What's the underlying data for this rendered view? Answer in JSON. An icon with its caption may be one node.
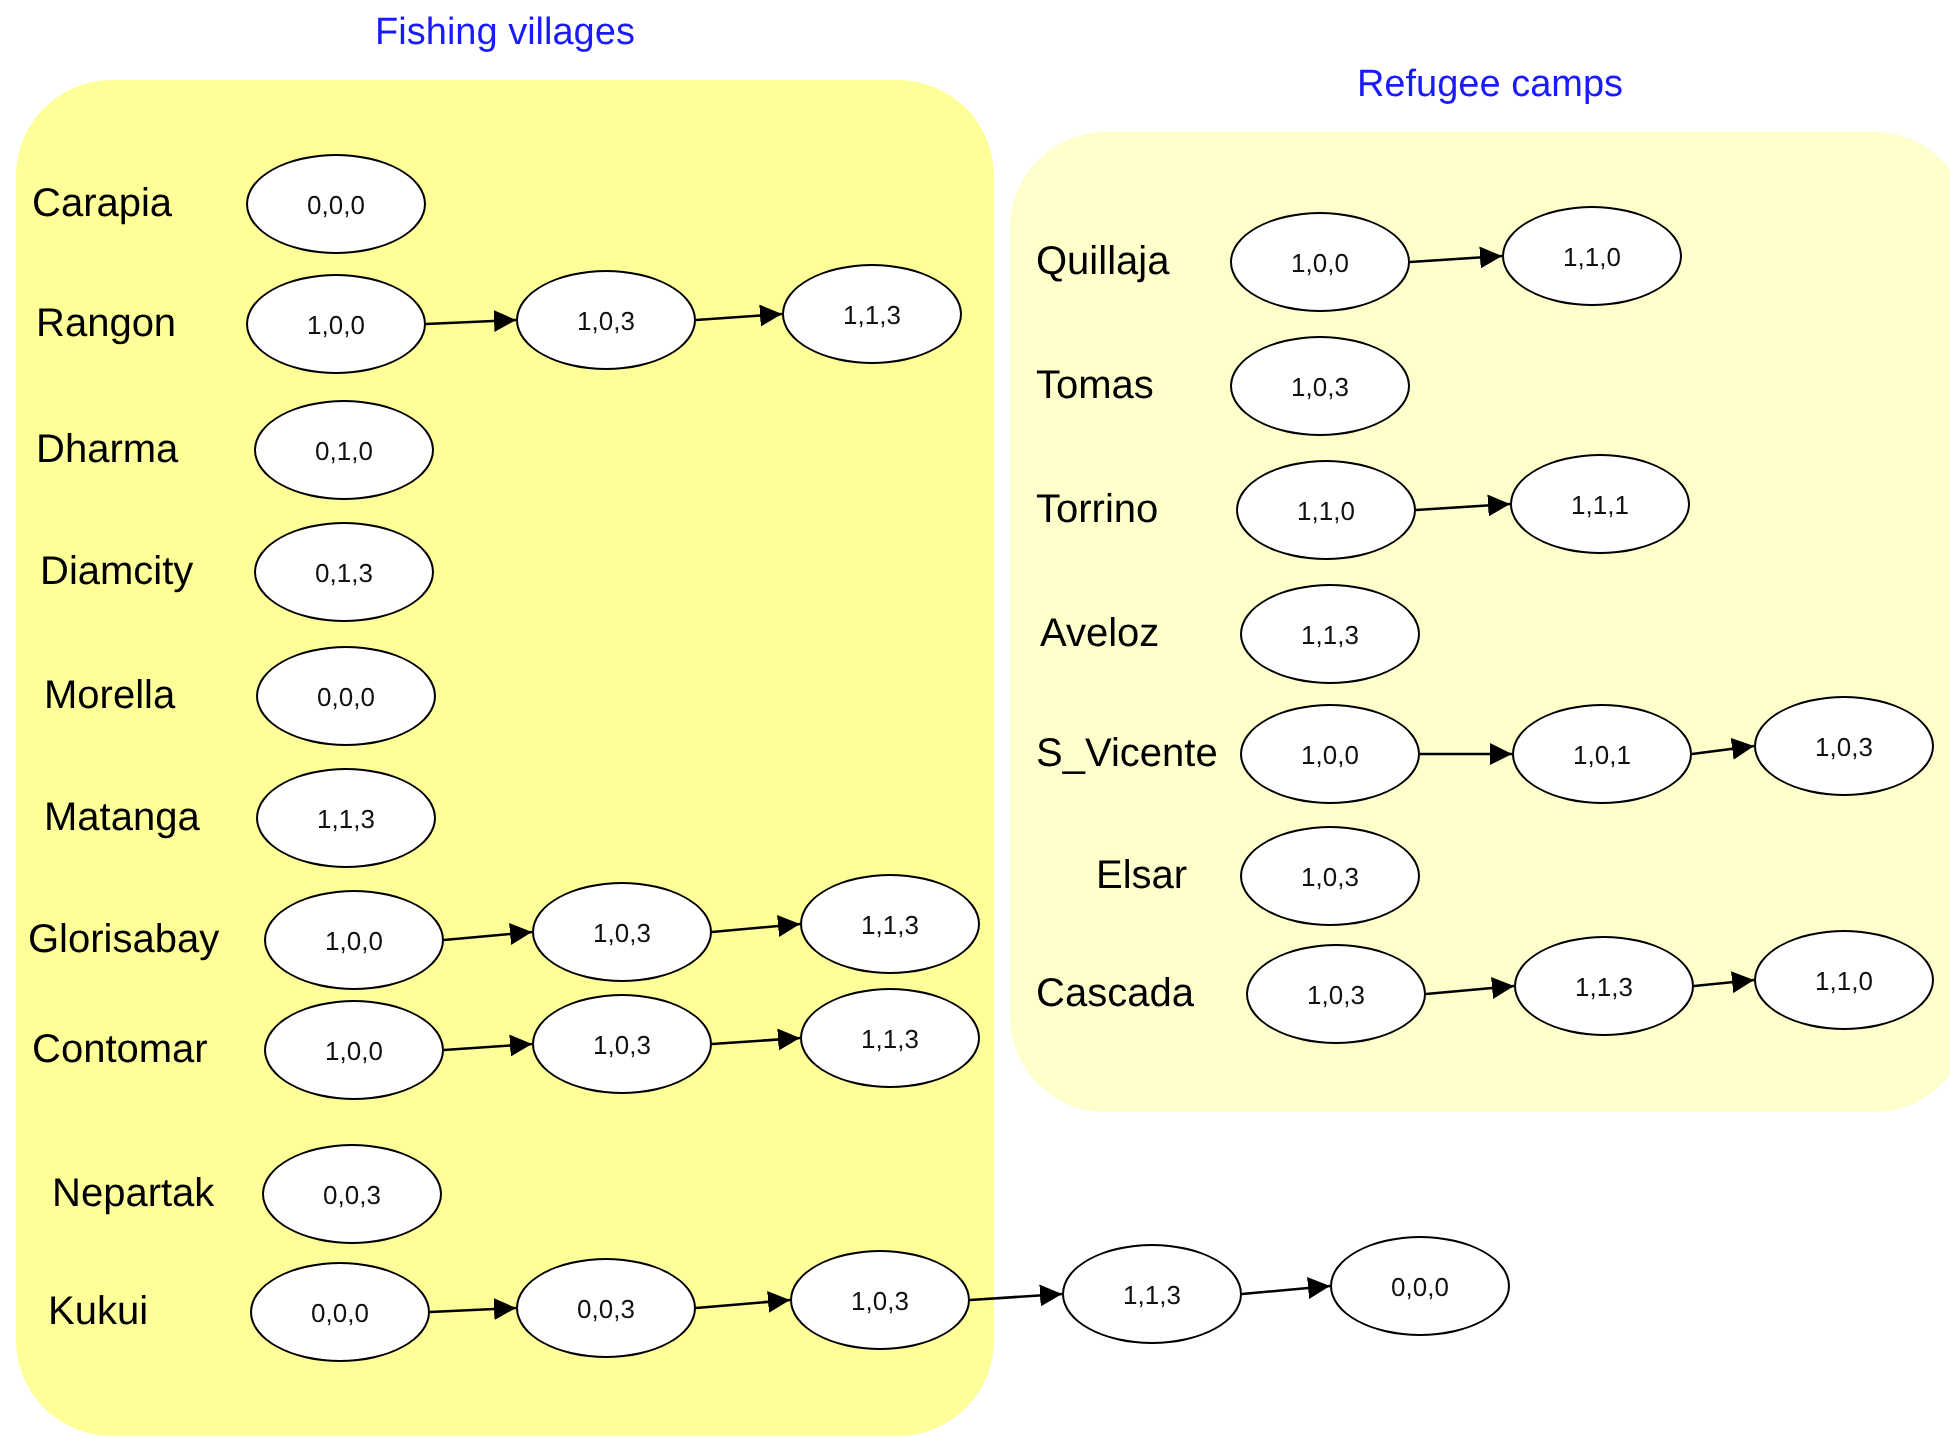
{
  "diagram": {
    "nodes": [
      {
        "text": [
          "Fishing villages"
        ]
      },
      {
        "text": [
          "0,0,0"
        ],
        "in": 0,
        "beside": [
          "Carapia"
        ]
      },
      {
        "text": [
          "1,0,0"
        ],
        "in": 0,
        "beside": [
          "Rangon"
        ]
      },
      {
        "text": [
          "1,0,3"
        ],
        "in": 0
      },
      {
        "text": [
          "1,1,3"
        ],
        "in": 0
      },
      {
        "text": [
          "0,1,0"
        ],
        "in": 0,
        "beside": [
          "Dharma"
        ]
      },
      {
        "text": [
          "0,1,3"
        ],
        "in": 0,
        "beside": [
          "Diamcity"
        ]
      },
      {
        "text": [
          "0,0,0"
        ],
        "in": 0,
        "beside": [
          "Morella"
        ]
      },
      {
        "text": [
          "1,1,3"
        ],
        "in": 0,
        "beside": [
          "Matanga"
        ]
      },
      {
        "text": [
          "1,0,0"
        ],
        "in": 0,
        "beside": [
          "Glorisabay"
        ]
      },
      {
        "text": [
          "1,0,3"
        ],
        "in": 0
      },
      {
        "text": [
          "1,1,3"
        ],
        "in": 0
      },
      {
        "text": [
          "1,0,0"
        ],
        "in": 0,
        "beside": [
          "Contomar"
        ]
      },
      {
        "text": [
          "1,0,3"
        ],
        "in": 0
      },
      {
        "text": [
          "1,1,3"
        ],
        "in": 0
      },
      {
        "text": [
          "0,0,3"
        ],
        "in": 0,
        "beside": [
          "Nepartak"
        ]
      },
      {
        "text": [
          "0,0,0"
        ],
        "in": 0,
        "beside": [
          "Kukui"
        ]
      },
      {
        "text": [
          "0,0,3"
        ],
        "in": 0
      },
      {
        "text": [
          "1,0,3"
        ],
        "in": 0
      },
      {
        "text": [
          "1,1,3"
        ]
      },
      {
        "text": [
          "0,0,0"
        ]
      },
      {
        "text": [
          "Refugee camps"
        ]
      },
      {
        "text": [
          "1,0,0"
        ],
        "in": 21,
        "beside": [
          "Quillaja"
        ]
      },
      {
        "text": [
          "1,1,0"
        ],
        "in": 21
      },
      {
        "text": [
          "1,0,3"
        ],
        "in": 21,
        "beside": [
          "Tomas"
        ]
      },
      {
        "text": [
          "1,1,0"
        ],
        "in": 21,
        "beside": [
          "Torrino"
        ]
      },
      {
        "text": [
          "1,1,1"
        ],
        "in": 21
      },
      {
        "text": [
          "1,1,3"
        ],
        "in": 21,
        "beside": [
          "Aveloz"
        ]
      },
      {
        "text": [
          "1,0,0"
        ],
        "in": 21,
        "beside": [
          "S_Vicente"
        ]
      },
      {
        "text": [
          "1,0,1"
        ],
        "in": 21
      },
      {
        "text": [
          "1,0,3"
        ],
        "in": 21
      },
      {
        "text": [
          "1,0,3"
        ],
        "in": 21,
        "beside": [
          "Elsar"
        ]
      },
      {
        "text": [
          "1,0,3"
        ],
        "in": 21,
        "beside": [
          "Cascada"
        ]
      },
      {
        "text": [
          "1,1,3"
        ],
        "in": 21
      },
      {
        "text": [
          "1,1,0"
        ],
        "in": 21
      }
    ],
    "edges": [
      {
        "from": 2,
        "to": 3,
        "arrow": "to"
      },
      {
        "from": 3,
        "to": 4,
        "arrow": "to"
      },
      {
        "from": 9,
        "to": 10,
        "arrow": "to"
      },
      {
        "from": 10,
        "to": 11,
        "arrow": "to"
      },
      {
        "from": 12,
        "to": 13,
        "arrow": "to"
      },
      {
        "from": 13,
        "to": 14,
        "arrow": "to"
      },
      {
        "from": 16,
        "to": 17,
        "arrow": "to"
      },
      {
        "from": 17,
        "to": 18,
        "arrow": "to"
      },
      {
        "from": 18,
        "to": 19,
        "arrow": "to"
      },
      {
        "from": 19,
        "to": 20,
        "arrow": "to"
      },
      {
        "from": 22,
        "to": 23,
        "arrow": "to"
      },
      {
        "from": 25,
        "to": 26,
        "arrow": "to"
      },
      {
        "from": 28,
        "to": 29,
        "arrow": "to"
      },
      {
        "from": 29,
        "to": 30,
        "arrow": "to"
      },
      {
        "from": 32,
        "to": 33,
        "arrow": "to"
      },
      {
        "from": 33,
        "to": 34,
        "arrow": "to"
      }
    ]
  }
}
